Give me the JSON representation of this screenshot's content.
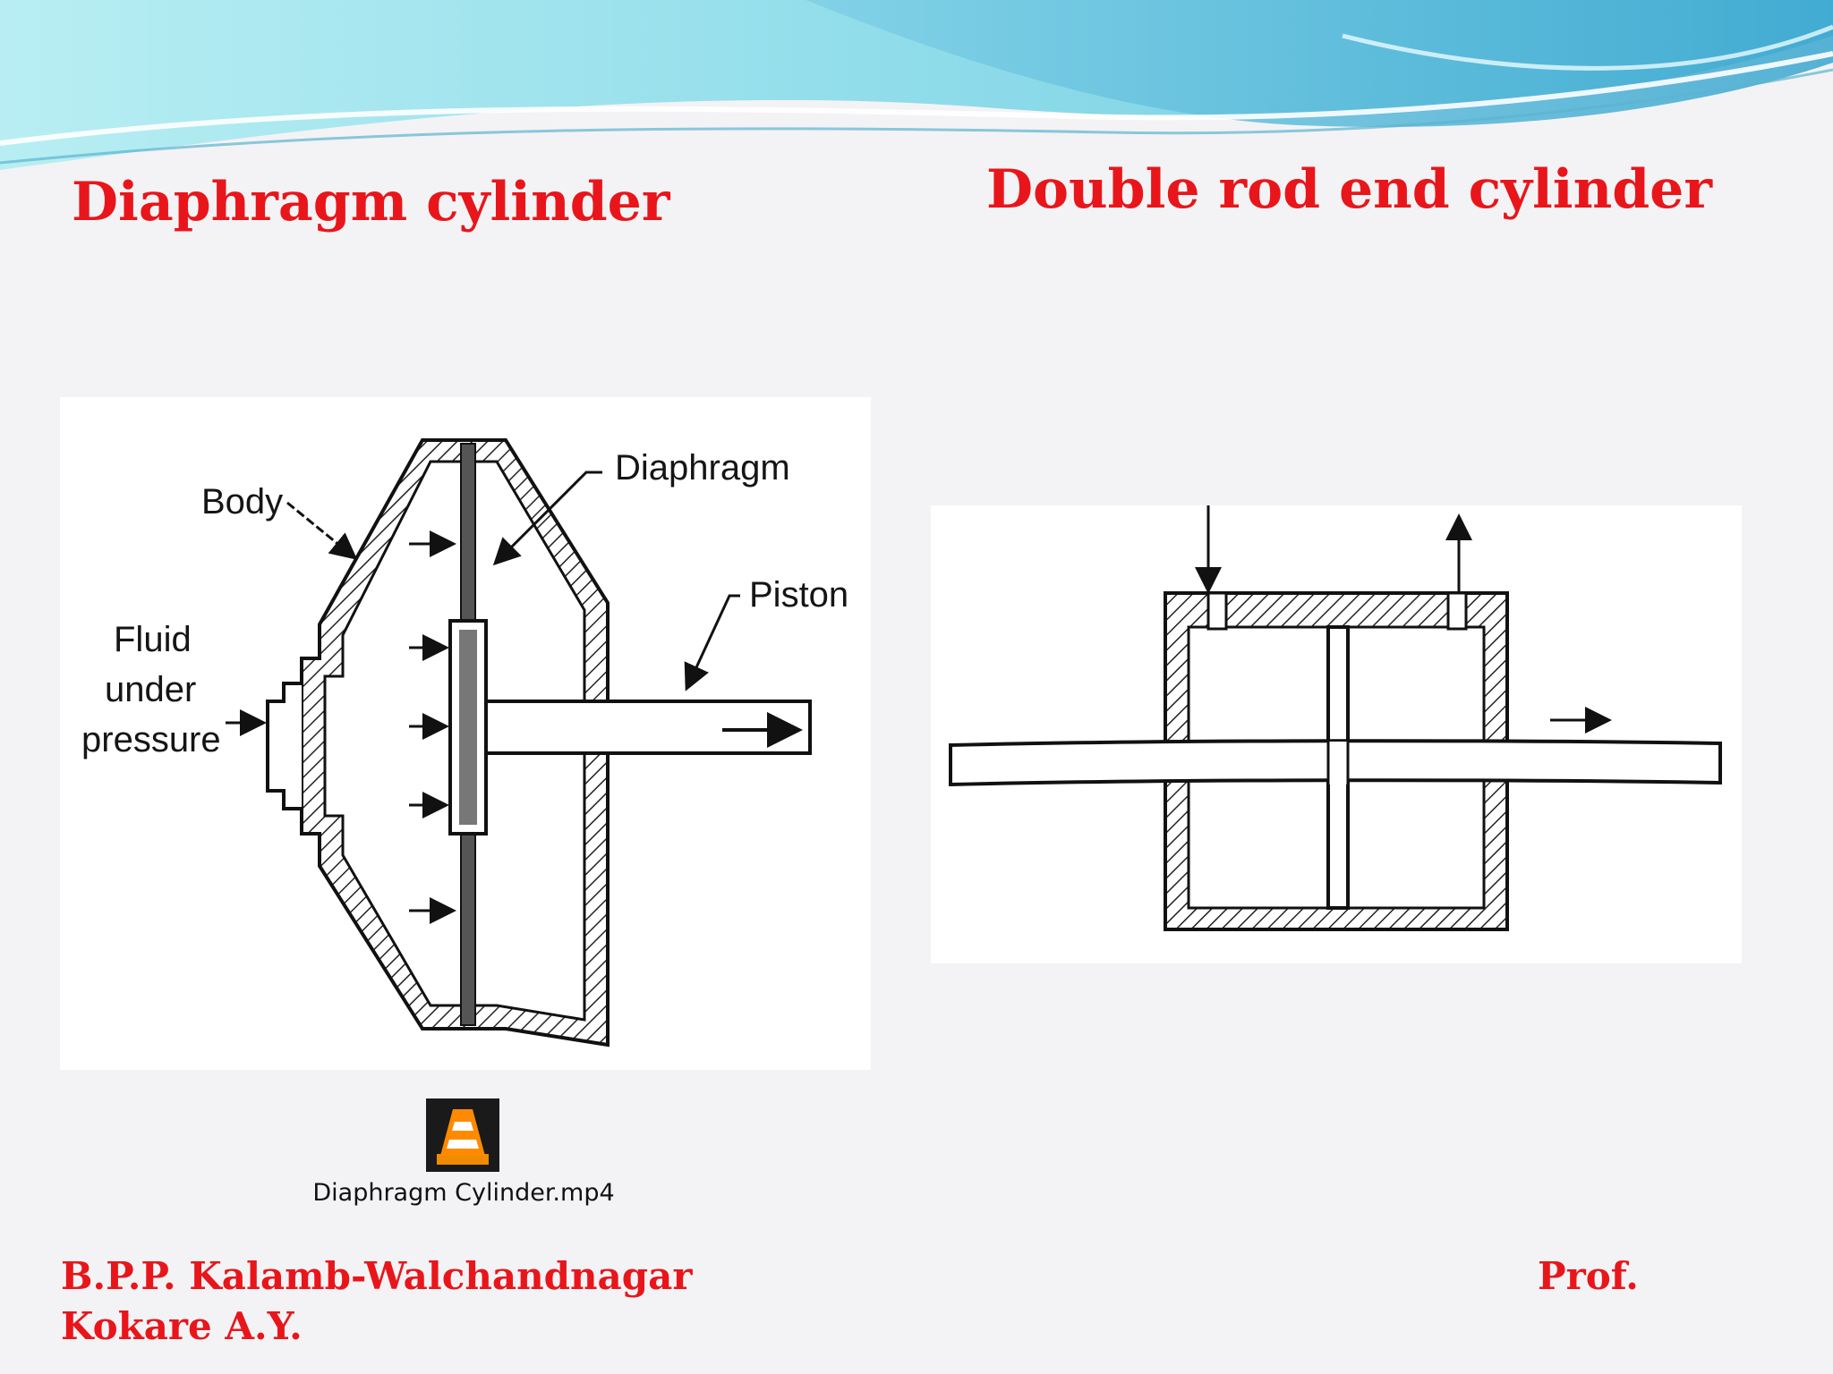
{
  "slide": {
    "title_left": "Diaphragm cylinder",
    "title_right": "Double rod end cylinder",
    "diagram_left": {
      "labels": {
        "body": "Body",
        "diaphragm": "Diaphragm",
        "piston": "Piston",
        "fluid_line1": "Fluid",
        "fluid_line2": "under",
        "fluid_line3": "pressure"
      }
    },
    "media": {
      "icon": "vlc-cone-icon",
      "caption": "Diaphragm Cylinder.mp4"
    },
    "footer": {
      "left_line1": "B.P.P. Kalamb-Walchandnagar",
      "left_line2": "Kokare A.Y.",
      "right": "Prof."
    },
    "colors": {
      "title": "#e8161b",
      "wave_light": "#a6e6ee",
      "wave_dark": "#4fb8d8"
    }
  }
}
